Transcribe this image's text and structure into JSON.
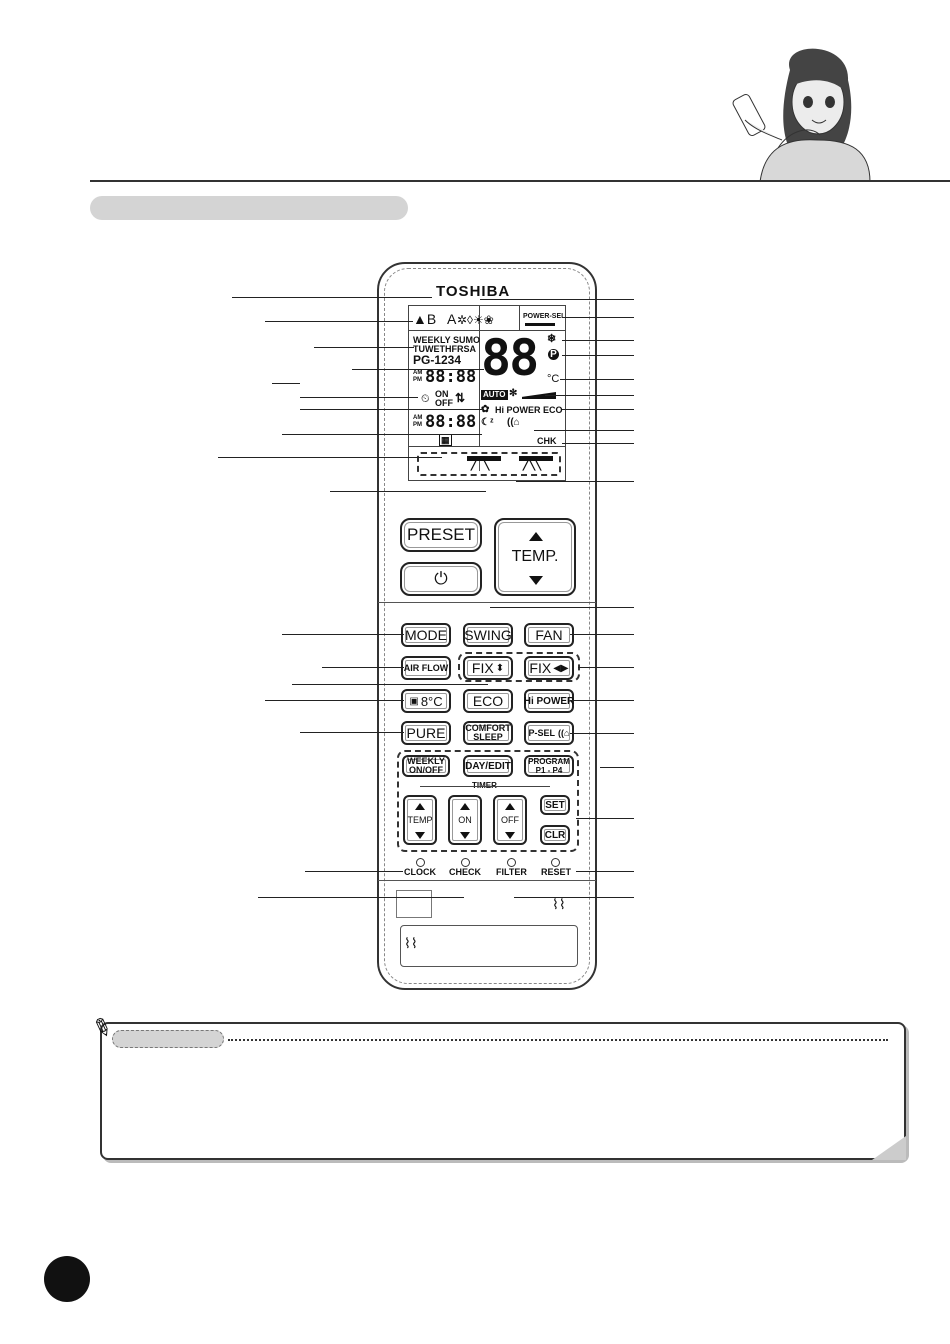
{
  "brand": "TOSHIBA",
  "lcd": {
    "ab": "▲B",
    "a_mode": "A",
    "power_sel": "POWER-SEL",
    "weekly": "WEEKLY SUMO",
    "days": "TUWETHFRSA",
    "program": "PG-1234",
    "big_digits": "88",
    "ampm_top": "AM PM",
    "time_top": "88:88",
    "on_off": "ON OFF",
    "ampm_bottom": "AM PM",
    "time_bottom": "88:88",
    "auto": "AUTO",
    "hipower_eco": "Hi POWER ECO",
    "chk": "CHK",
    "celsius": "°C",
    "p_icon": "P"
  },
  "buttons": {
    "preset": "PRESET",
    "power": "⏻",
    "temp": "TEMP.",
    "mode": "MODE",
    "swing": "SWING",
    "fan": "FAN",
    "airflow": "AIR FLOW",
    "fix_v": "FIX",
    "fix_h": "FIX",
    "eight_c": "8°C",
    "eco": "ECO",
    "hipower": "Hi POWER",
    "pure": "PURE",
    "comfort_sleep": "COMFORT SLEEP",
    "psel": "P-SEL",
    "weekly_onoff": "WEEKLY ON/OFF",
    "day_edit": "DAY/EDIT",
    "program": "PROGRAM P1 - P4",
    "timer": "TIMER",
    "temp_small": "TEMP",
    "on": "ON",
    "off": "OFF",
    "set": "SET",
    "clr": "CLR"
  },
  "bottom_labels": {
    "clock": "CLOCK",
    "check": "CHECK",
    "filter": "FILTER",
    "reset": "RESET"
  }
}
